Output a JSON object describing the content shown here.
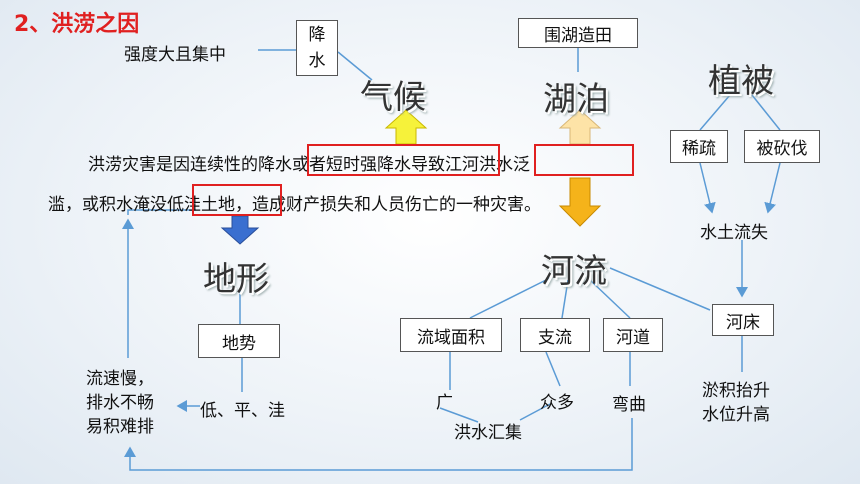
{
  "title": "2、洪涝之因",
  "climate": {
    "label": "气候",
    "precip_box": "降\n水",
    "precip_desc": "强度大且集中"
  },
  "lake": {
    "label": "湖泊",
    "reclaim_box": "围湖造田"
  },
  "vegetation": {
    "label": "植被",
    "sparse_box": "稀疏",
    "logged_box": "被砍伐",
    "erosion": "水土流失",
    "riverbed_box": "河床",
    "riverbed_result_1": "淤积抬升",
    "riverbed_result_2": "水位升高"
  },
  "definition": {
    "line1_a": "洪涝灾害是因连续性的",
    "line1_b": "降水或者短时强降水",
    "line1_c": "导致",
    "line1_d": "江河洪水",
    "line1_e": "泛",
    "line2_a": "滥，或积水淹没",
    "line2_b": "低洼土地",
    "line2_c": "，造成财产损失和人员伤亡的一种灾害。"
  },
  "terrain": {
    "label": "地形",
    "slope_box": "地势",
    "slope_desc": "低、平、洼",
    "result_1": "流速慢，",
    "result_2": "排水不畅",
    "result_3": "易积难排"
  },
  "river": {
    "label": "河流",
    "basin_box": "流域面积",
    "tributary_box": "支流",
    "channel_box": "河道",
    "wide": "广",
    "many": "众多",
    "curved": "弯曲",
    "converge": "洪水汇集"
  },
  "colors": {
    "title": "#e02020",
    "highlight_border": "#e02020",
    "arrow_yellow": "#f6f23a",
    "arrow_pale": "#fde3a7",
    "arrow_orange": "#f5b31a",
    "arrow_blue": "#3a6fd0",
    "connector": "#5b9bd5"
  }
}
